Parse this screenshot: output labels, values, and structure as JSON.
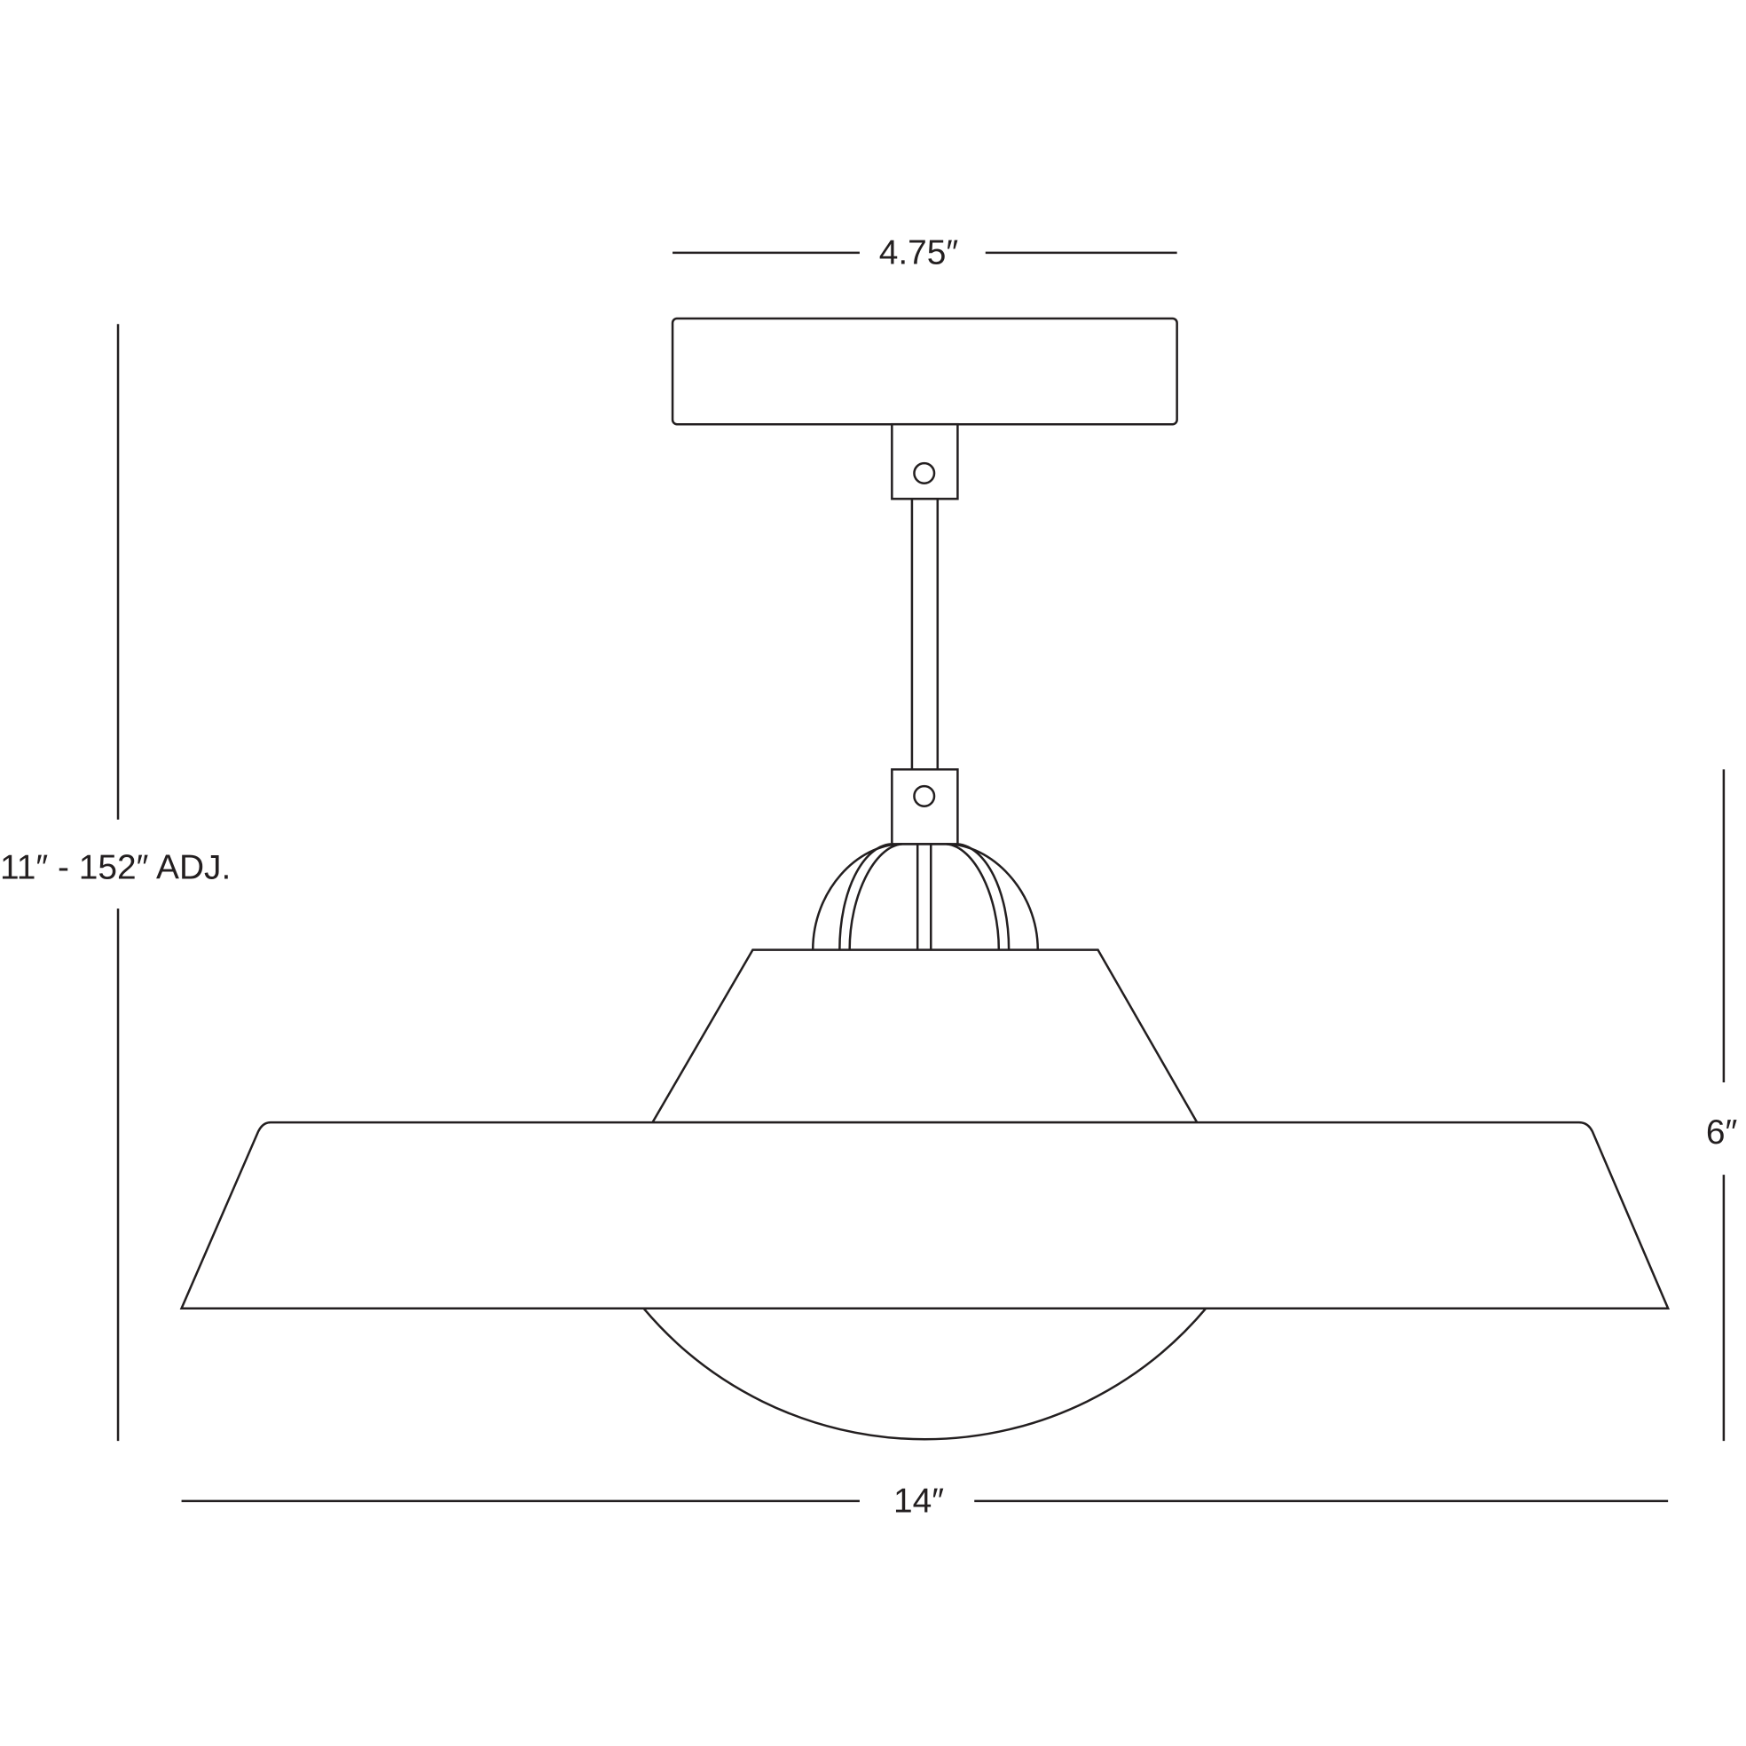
{
  "dimensions": {
    "canopy_width": "4.75″",
    "overall_height": "11″ - 152″ ADJ.",
    "shade_height": "6″",
    "shade_width": "14″"
  },
  "colors": {
    "line": "#231f20",
    "background": "#ffffff"
  }
}
